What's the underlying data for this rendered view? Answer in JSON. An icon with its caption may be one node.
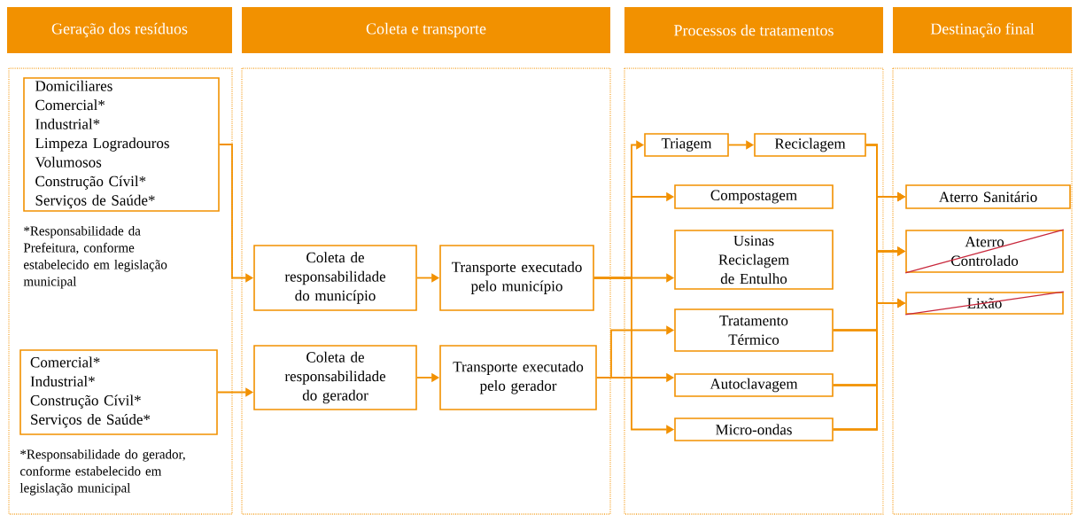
{
  "diagram": {
    "nodes": [
      {
        "text": [
          "Geração dos resíduos"
        ]
      },
      {
        "text": [
          "Coleta e transporte"
        ]
      },
      {
        "text": [
          "Processos de tratamentos"
        ]
      },
      {
        "text": [
          "Destinação final"
        ]
      },
      {
        "text": [
          "Domiciliares",
          "Comercial*",
          "Industrial*",
          "Limpeza Logradouros",
          "Volumosos",
          "Construção Cívil*",
          "Serviços de Saúde*"
        ],
        "beside": [
          "*Responsabilidade da Prefeitura, conforme estabelecido em legislação municipal"
        ],
        "in": 0
      },
      {
        "text": [
          "Comercial*",
          "Industrial*",
          "Construção Cívil*",
          "Serviços de Saúde*"
        ],
        "beside": [
          "*Responsabilidade do gerador, conforme estabelecido em legislação municipal"
        ],
        "in": 0
      },
      {
        "text": [
          "Coleta de responsabilidade do município"
        ],
        "in": 1
      },
      {
        "text": [
          "Transporte executado pelo município"
        ],
        "in": 1
      },
      {
        "text": [
          "Coleta de responsabilidade do gerador"
        ],
        "in": 1
      },
      {
        "text": [
          "Transporte executado pelo gerador"
        ],
        "in": 1
      },
      {
        "text": [
          "Triagem"
        ],
        "in": 2
      },
      {
        "text": [
          "Reciclagem"
        ],
        "in": 2
      },
      {
        "text": [
          "Compostagem"
        ],
        "in": 2
      },
      {
        "text": [
          "Usinas Reciclagem de Entulho"
        ],
        "in": 2
      },
      {
        "text": [
          "Tratamento Térmico"
        ],
        "in": 2
      },
      {
        "text": [
          "Autoclavagem"
        ],
        "in": 2
      },
      {
        "text": [
          "Micro-ondas"
        ],
        "in": 2
      },
      {
        "text": [
          "Aterro Sanitário"
        ],
        "in": 3
      },
      {
        "text": [
          "Aterro Controlado"
        ],
        "in": 3
      },
      {
        "text": [
          "Lixão"
        ],
        "in": 3
      }
    ],
    "edges": [
      {
        "from": 4,
        "to": 6,
        "arrow": "to"
      },
      {
        "from": 5,
        "to": 8,
        "arrow": "to"
      },
      {
        "from": 6,
        "to": 7,
        "arrow": "to"
      },
      {
        "from": 8,
        "to": 9,
        "arrow": "to"
      },
      {
        "from": 7,
        "to": 10,
        "arrow": "to"
      },
      {
        "from": 7,
        "to": 12,
        "arrow": "to"
      },
      {
        "from": 7,
        "to": 13,
        "arrow": "to"
      },
      {
        "from": 7,
        "to": 16,
        "arrow": "to"
      },
      {
        "from": 9,
        "to": 14,
        "arrow": "to"
      },
      {
        "from": 9,
        "to": 15,
        "arrow": "to"
      },
      {
        "from": 10,
        "to": 11,
        "arrow": "to"
      },
      {
        "from": 11,
        "to": 17,
        "arrow": "to"
      },
      {
        "from": 11,
        "to": 18,
        "arrow": "to"
      },
      {
        "from": 11,
        "to": 19,
        "arrow": "to"
      },
      {
        "from": 14,
        "to": 17,
        "arrow": "to"
      },
      {
        "from": 14,
        "to": 18,
        "arrow": "to"
      },
      {
        "from": 14,
        "to": 19,
        "arrow": "to"
      },
      {
        "from": 15,
        "to": 17,
        "arrow": "to"
      },
      {
        "from": 15,
        "to": 18,
        "arrow": "to"
      },
      {
        "from": 15,
        "to": 19,
        "arrow": "to"
      },
      {
        "from": 16,
        "to": 17,
        "arrow": "to"
      },
      {
        "from": 16,
        "to": 18,
        "arrow": "to"
      },
      {
        "from": 16,
        "to": 19,
        "arrow": "to"
      }
    ]
  }
}
